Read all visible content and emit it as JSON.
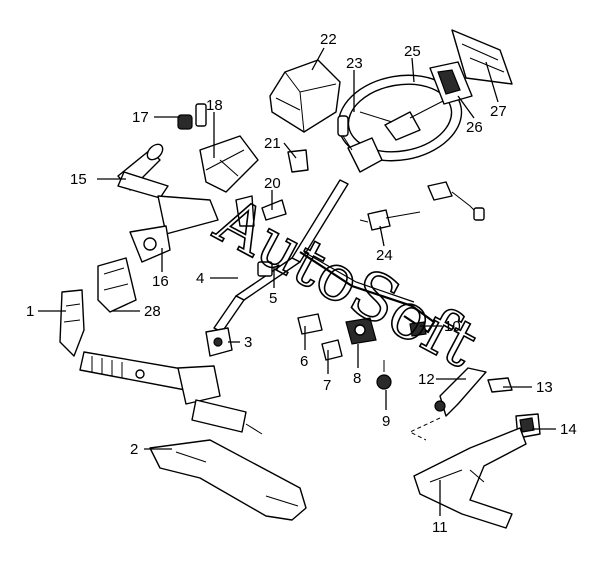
{
  "diagram": {
    "callouts": [
      {
        "id": "1",
        "label": "1"
      },
      {
        "id": "2",
        "label": "2"
      },
      {
        "id": "3",
        "label": "3"
      },
      {
        "id": "4",
        "label": "4"
      },
      {
        "id": "5",
        "label": "5"
      },
      {
        "id": "6",
        "label": "6"
      },
      {
        "id": "7",
        "label": "7"
      },
      {
        "id": "8",
        "label": "8"
      },
      {
        "id": "9",
        "label": "9"
      },
      {
        "id": "10",
        "label": "10"
      },
      {
        "id": "11",
        "label": "11"
      },
      {
        "id": "12",
        "label": "12"
      },
      {
        "id": "13",
        "label": "13"
      },
      {
        "id": "14",
        "label": "14"
      },
      {
        "id": "15",
        "label": "15"
      },
      {
        "id": "16",
        "label": "16"
      },
      {
        "id": "17",
        "label": "17"
      },
      {
        "id": "18",
        "label": "18"
      },
      {
        "id": "20",
        "label": "20"
      },
      {
        "id": "21",
        "label": "21"
      },
      {
        "id": "22",
        "label": "22"
      },
      {
        "id": "23",
        "label": "23"
      },
      {
        "id": "24",
        "label": "24"
      },
      {
        "id": "25",
        "label": "25"
      },
      {
        "id": "26",
        "label": "26"
      },
      {
        "id": "27",
        "label": "27"
      },
      {
        "id": "28",
        "label": "28"
      }
    ],
    "watermark": "AutoSoft",
    "colors": {
      "line": "#000000",
      "background": "#ffffff",
      "shade": "#2a2a2a"
    }
  }
}
